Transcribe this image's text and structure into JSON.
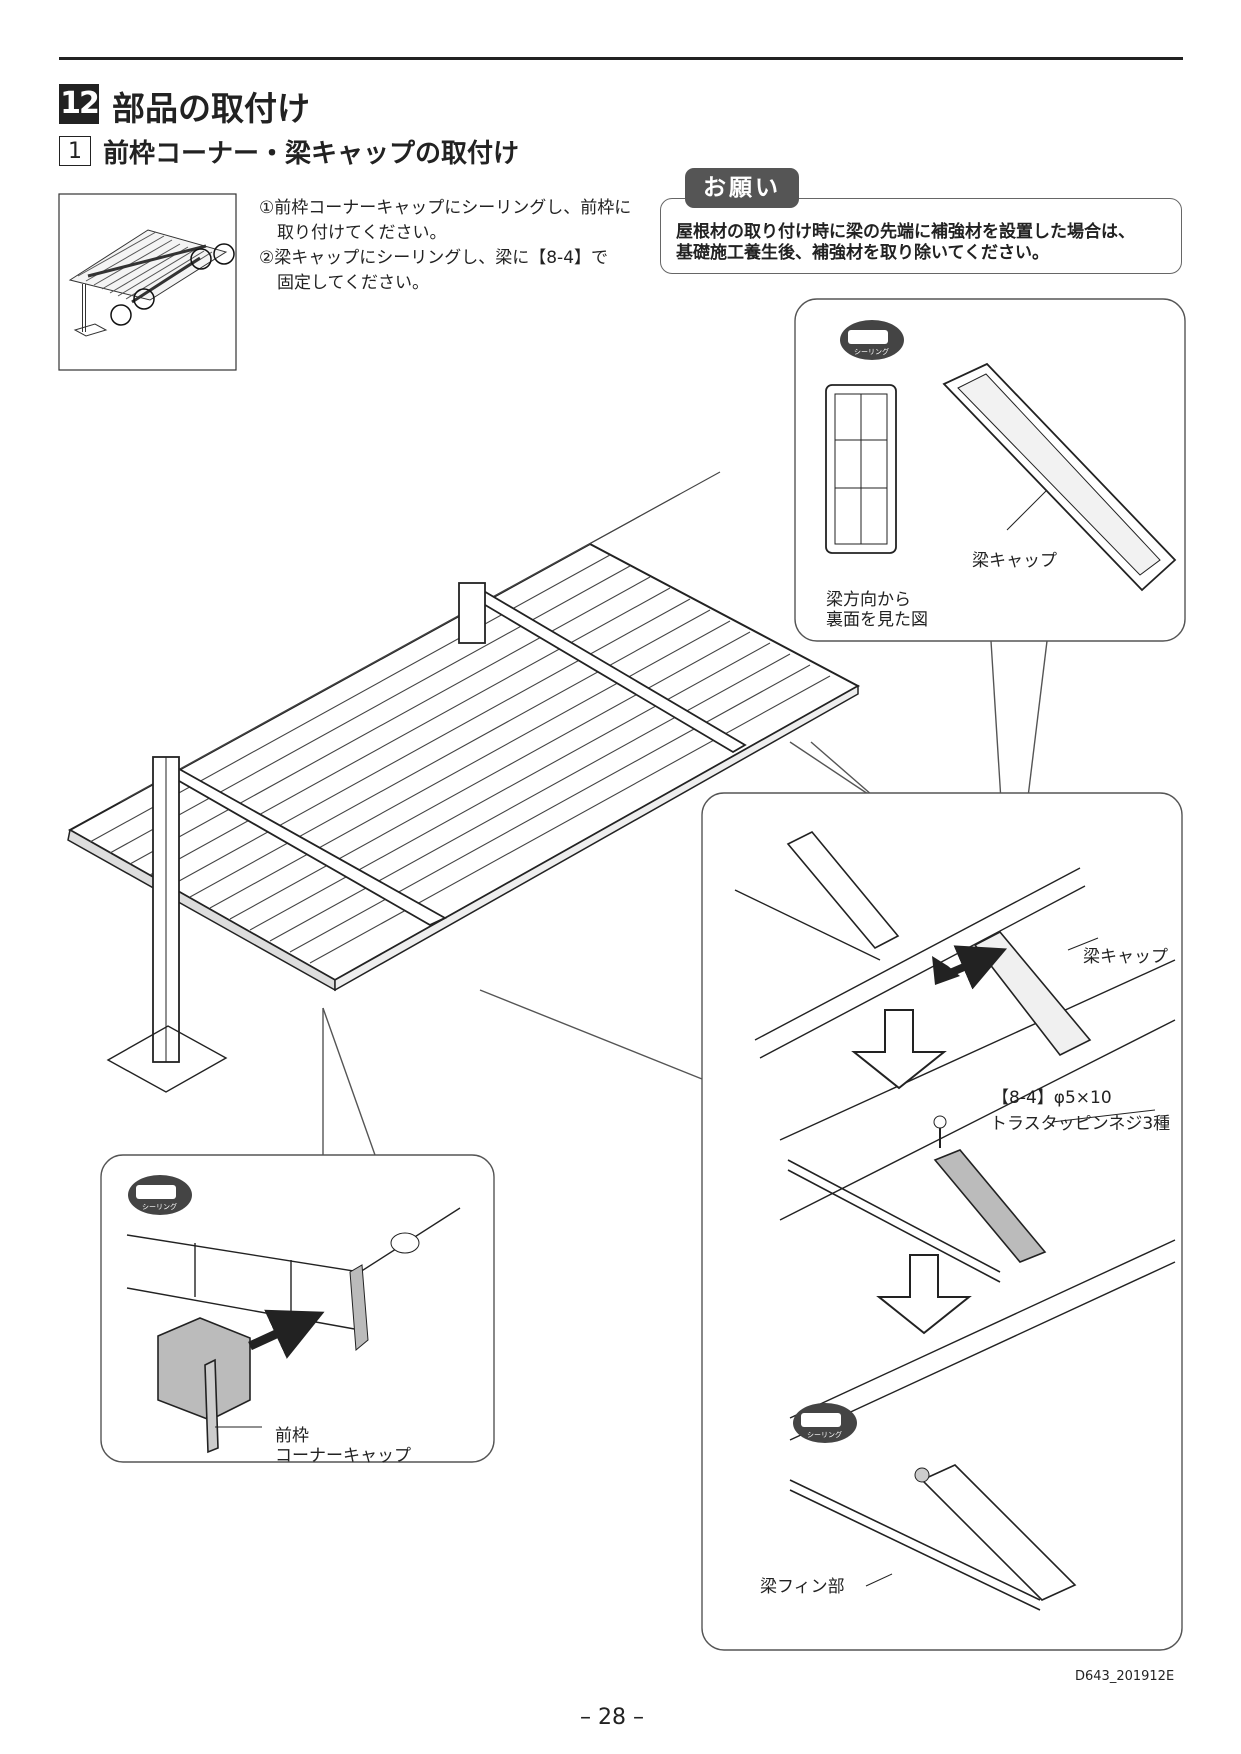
{
  "section": {
    "number": "12",
    "title": "部品の取付け"
  },
  "subsection": {
    "number": "1",
    "title": "前枠コーナー・梁キャップの取付け"
  },
  "steps": [
    "①前枠コーナーキャップにシーリングし、前枠に",
    "取り付けてください。",
    "②梁キャップにシーリングし、梁に【8-4】で",
    "固定してください。"
  ],
  "note": {
    "tag": "お願い",
    "lines": [
      "屋根材の取り付け時に梁の先端に補強材を設置した場合は、",
      "基礎施工養生後、補強材を取り除いてください。"
    ]
  },
  "badge": {
    "label": "シーリング"
  },
  "labels": {
    "beam_cap_top": "梁キャップ",
    "view_note": [
      "梁方向から",
      "裏面を見た図"
    ],
    "beam_cap_mid": "梁キャップ",
    "screw_code": "【8-4】φ5×10",
    "screw_name": "トラスタッピンネジ3種",
    "fin": "梁フィン部",
    "corner_cap": [
      "前枠",
      "コーナーキャップ"
    ]
  },
  "footer": {
    "page": "– 28 –",
    "doc_code": "D643_201912E"
  }
}
